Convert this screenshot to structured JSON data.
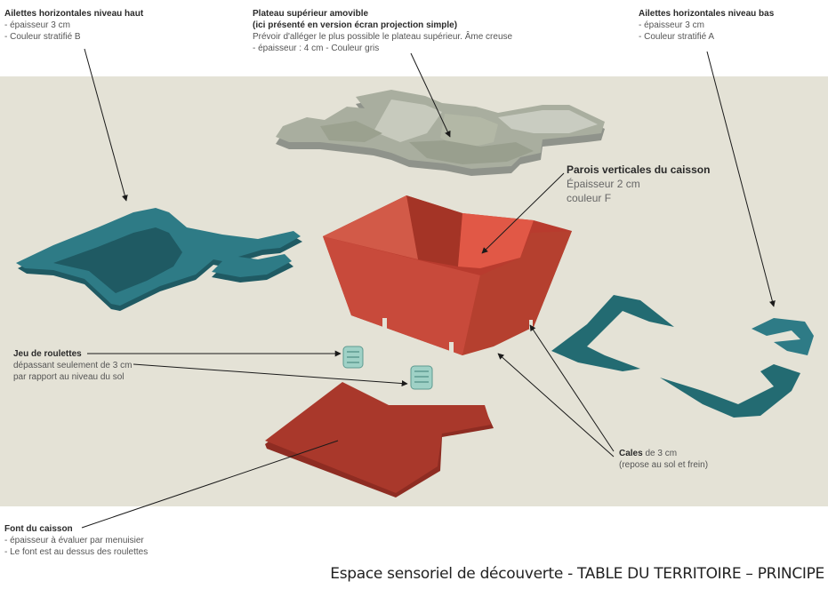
{
  "labels": {
    "ailettes_haut": {
      "title": "Ailettes horizontales niveau haut",
      "lines": [
        "- épaisseur 3 cm",
        "- Couleur stratifié B"
      ]
    },
    "plateau": {
      "title": "Plateau supérieur amovible",
      "title2": "(ici présenté en version écran projection simple)",
      "lines": [
        "Prévoir d'alléger le plus possible le plateau supérieur. Âme creuse",
        "- épaisseur : 4 cm - Couleur gris"
      ]
    },
    "ailettes_bas": {
      "title": "Ailettes horizontales niveau bas",
      "lines": [
        "- épaisseur 3 cm",
        "- Couleur stratifié A"
      ]
    },
    "parois": {
      "title": "Parois verticales du caisson",
      "lines": [
        "Épaisseur 2 cm",
        "couleur F"
      ]
    },
    "roulettes": {
      "title": "Jeu de roulettes",
      "lines": [
        "dépassant seulement de 3 cm",
        "par rapport au niveau du sol"
      ]
    },
    "cales": {
      "title": "Cales",
      "suffix": " de 3 cm",
      "lines": [
        "(repose au sol et frein)"
      ]
    },
    "font": {
      "title": "Font du caisson",
      "lines": [
        "- épaisseur à évaluer par menuisier",
        "- Le font est au dessus des roulettes"
      ]
    }
  },
  "footer": "Espace sensoriel de découverte - TABLE DU TERRITOIRE – PRINCIPE",
  "colors": {
    "backdrop": "#e4e2d6",
    "teal": "#2e7b86",
    "teal_dark": "#1f5a63",
    "red": "#c84a3b",
    "red_dark": "#9e3328",
    "grey_top": "#a7ad9c",
    "grey_side": "#8c8e88"
  }
}
